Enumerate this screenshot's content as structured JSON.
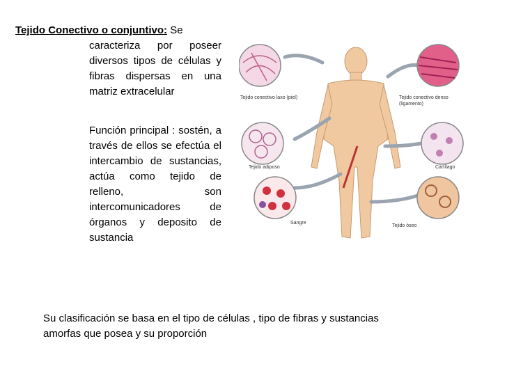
{
  "heading": "Tejido Conectivo o conjuntivo:",
  "heading_tail": " Se",
  "para1": "caracteriza por poseer diversos tipos de células y fibras dispersas en una matriz extracelular",
  "para2": "Función principal : sostén, a través de ellos se efectúa el intercambio de sustancias, actúa como tejido de relleno, son intercomunicadores de órganos y deposito de sustancia",
  "footer": "Su clasificación se basa en el tipo de células , tipo de fibras y sustancias amorfas que posea y su proporción",
  "figure": {
    "labels": {
      "laxo": "Tejido conectivo laxo (piel)",
      "denso_1": "Tejido conectivo denso",
      "denso_2": "(ligamento)",
      "adiposo": "Tejido adiposo",
      "cartilago": "Cartílago",
      "sangre": "Sangre",
      "oseo": "Tejido óseo"
    }
  }
}
